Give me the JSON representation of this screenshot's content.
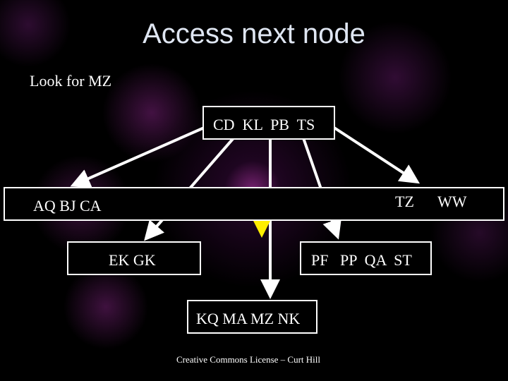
{
  "slide": {
    "title": "Access next node",
    "subtitle": "Look for MZ",
    "footer": "Creative Commons License – Curt Hill"
  },
  "tree": {
    "root": "CD  KL  PB  TS",
    "left_child": "AQ BJ CA",
    "right_child_key1": "TZ",
    "right_child_key2": "WW",
    "node_ek_gk": "EK GK",
    "node_pf_st": "PF   PP  QA  ST",
    "node_kq_nk": "KQ MA MZ NK"
  },
  "colors": {
    "edge": "#ffffff",
    "current_pointer": "#ffee00"
  }
}
